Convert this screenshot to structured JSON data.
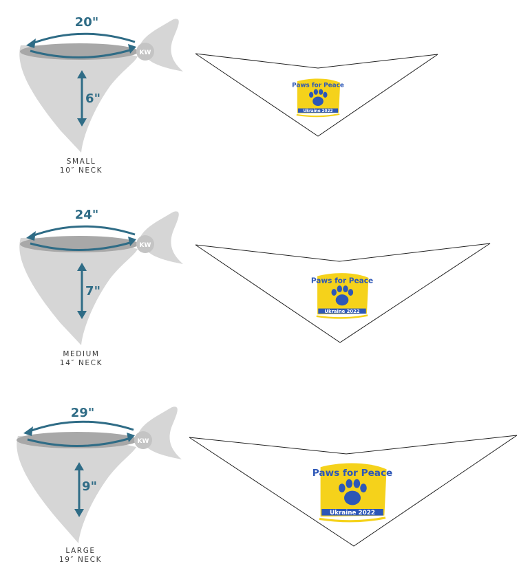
{
  "watermark": "KW",
  "colors": {
    "fabric_light": "#d6d6d6",
    "fabric_dark": "#a8a8a8",
    "knot": "#c4c4c4",
    "arrow": "#2f6c86",
    "logo_yellow": "#f5d21b",
    "logo_blue": "#2d57b7",
    "outline": "#222222"
  },
  "logo": {
    "title": "Paws for Peace",
    "subtitle": "Ukraine 2022"
  },
  "sizes": [
    {
      "id": "small",
      "length": "20\"",
      "depth": "6\"",
      "name": "SMALL",
      "neck": "10″ NECK"
    },
    {
      "id": "medium",
      "length": "24\"",
      "depth": "7\"",
      "name": "MEDIUM",
      "neck": "14″ NECK"
    },
    {
      "id": "large",
      "length": "29\"",
      "depth": "9\"",
      "name": "LARGE",
      "neck": "19″ NECK"
    }
  ]
}
